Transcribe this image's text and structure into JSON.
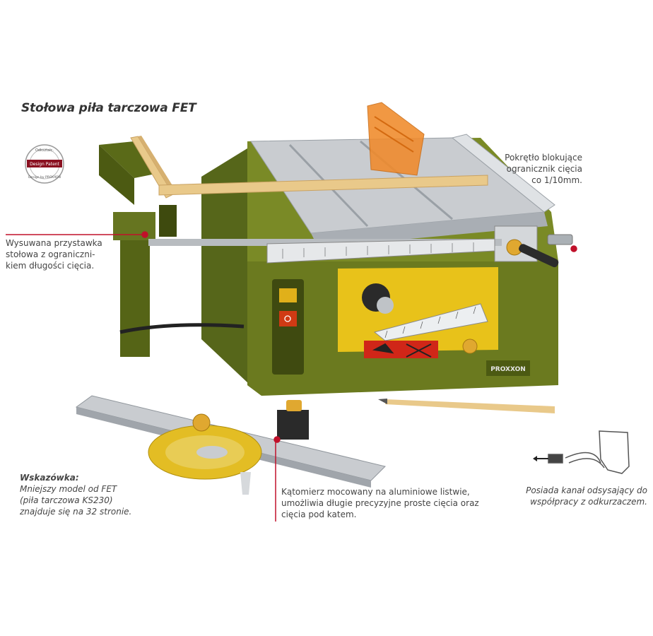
{
  "title": "Stołowa piła tarczowa FET",
  "badge": {
    "top": "Odkształc.",
    "middle": "Design Patent",
    "bottom": "Design by PROXXON"
  },
  "brand": "PROXXON",
  "callouts": {
    "extension_table": [
      "Wysuwana przystawka",
      "stołowa z ograniczni-",
      "kiem długości cięcia."
    ],
    "lock_knob": [
      "Pokrętło blokujące",
      "ogranicznik cięcia",
      "co 1/10mm."
    ],
    "miter_gauge": [
      "Kątomierz mocowany na aluminiowe listwie,",
      "umożliwia długie precyzyjne proste cięcia oraz",
      "cięcia pod katem."
    ],
    "dust_port": [
      "Posiada kanał odsysający do",
      "współpracy z odkurzaczem."
    ]
  },
  "tip": {
    "heading": "Wskazówka:",
    "lines": [
      "Mniejszy model od FET",
      "(piła tarczowa KS230)",
      "znajduje się na 32 stronie."
    ]
  },
  "colors": {
    "body_green": "#6b7a1f",
    "dark_green": "#4c5a12",
    "yellow": "#e8c21a",
    "aluminium": "#c9ccd0",
    "orange_guard": "#f08a2a",
    "callout_red": "#c0102a",
    "wood": "#e9c98a"
  }
}
